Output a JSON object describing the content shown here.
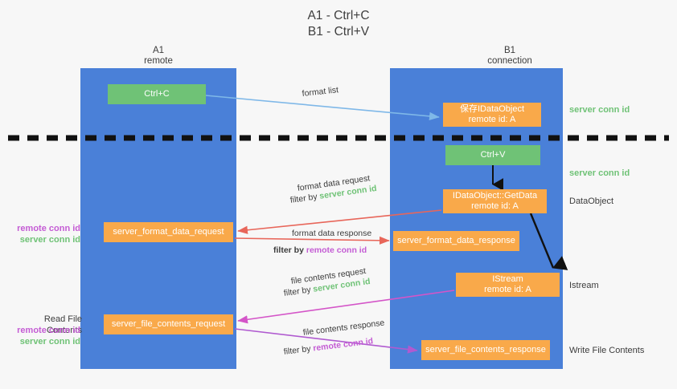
{
  "title": {
    "line1": "A1 - Ctrl+C",
    "line2": "B1 - Ctrl+V"
  },
  "columns": [
    {
      "id": "a1",
      "name": "A1",
      "role": "remote",
      "color": "#4a80d8"
    },
    {
      "id": "b1",
      "name": "B1",
      "role": "connection",
      "color": "#4a80d8"
    }
  ],
  "boxes": {
    "ctrl_c": {
      "line1": "Ctrl+C",
      "color": "#6fc276"
    },
    "ctrl_v": {
      "line1": "Ctrl+V",
      "color": "#6fc276"
    },
    "idataobject": {
      "line1": "保存IDataObject",
      "line2": "remote id: A",
      "color": "#f9a94a"
    },
    "getdata": {
      "line1": "IDataObject::GetData",
      "line2": "remote id: A",
      "color": "#f9a94a"
    },
    "istream": {
      "line1": "IStream",
      "line2": "remote id: A",
      "color": "#f9a94a"
    },
    "server_format_data_request": {
      "line1": "server_format_data_request",
      "color": "#f9a94a"
    },
    "server_format_data_response": {
      "line1": "server_format_data_response",
      "color": "#f9a94a"
    },
    "server_file_contents_request": {
      "line1": "server_file_contents_request",
      "color": "#f9a94a"
    },
    "server_file_contents_response": {
      "line1": "server_file_contents_response",
      "color": "#f9a94a"
    }
  },
  "arrow_labels": {
    "format_list": "format list",
    "format_data_request": "format data request",
    "format_data_response": "format data response",
    "file_contents_request": "file contents request",
    "file_contents_response": "file contents response",
    "filter_by": "filter by",
    "server_conn_id": "server conn id",
    "remote_conn_id": "remote conn id"
  },
  "side_labels": {
    "server_conn_id": "server conn id",
    "remote_conn_id": "remote conn id",
    "dataobject": "DataObject",
    "istream": "Istream",
    "write_file_contents": "Write File Contents",
    "read_file_contents": "Read File Contents"
  },
  "colors": {
    "column_blue": "#4a80d8",
    "box_orange": "#f9a94a",
    "box_green": "#6fc276",
    "arrow_lightblue": "#7fb8e8",
    "arrow_red": "#e8665a",
    "arrow_magenta": "#d455c8",
    "arrow_purple": "#b05ad0",
    "arrow_black": "#111111",
    "conn_remote": "#c45cd4",
    "conn_server": "#6fc276",
    "background": "#f7f7f7",
    "text": "#3c3c3c"
  }
}
